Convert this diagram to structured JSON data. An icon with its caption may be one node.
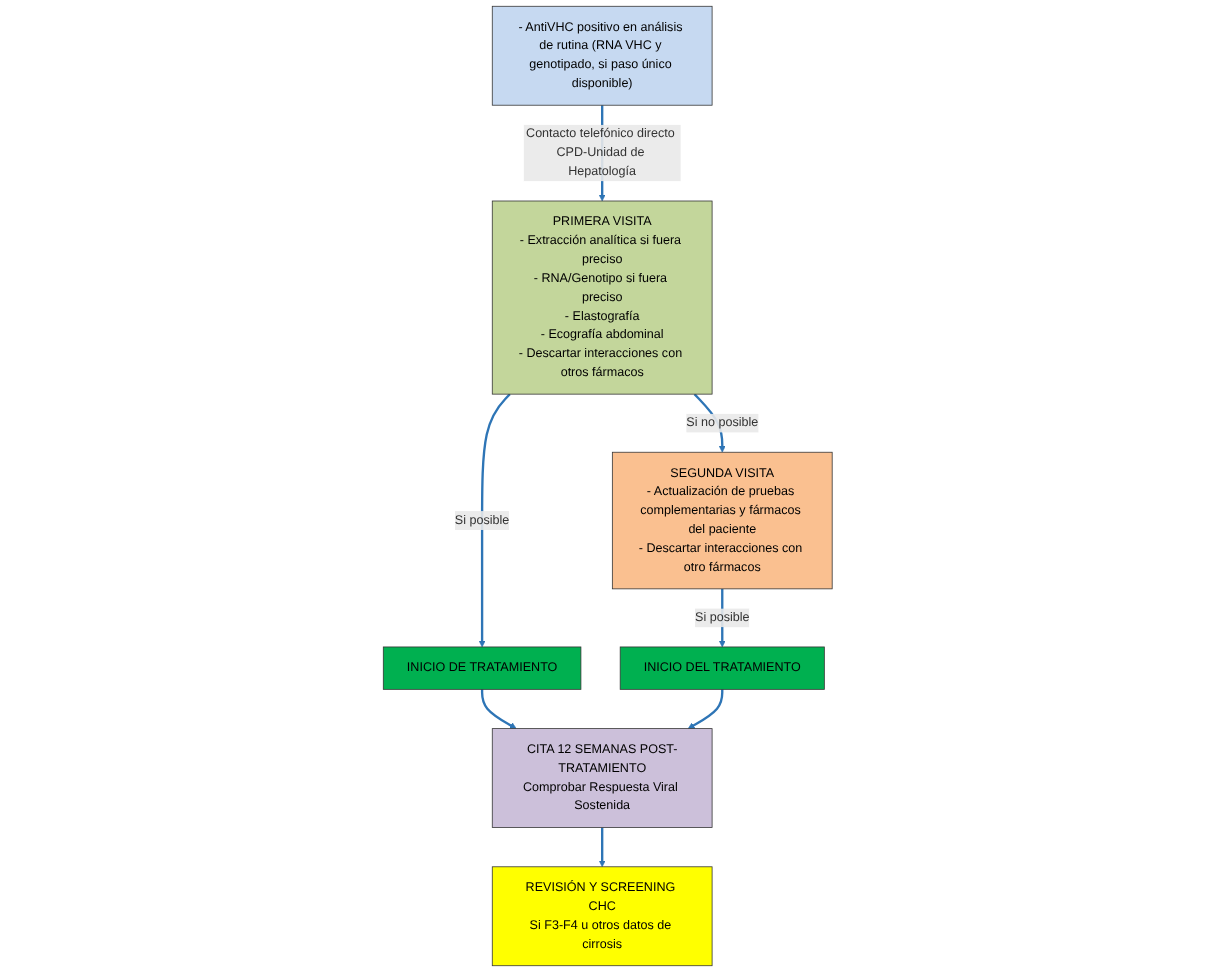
{
  "diagram": {
    "nodes": [
      {
        "text": [
          "- AntiVHC positivo en análisis de rutina (RNA VHC y genotipado, si paso único disponible)"
        ]
      },
      {
        "text": [
          "PRIMERA VISITA",
          "- Extracción analítica si fuera preciso",
          "- RNA/Genotipo si fuera preciso",
          "- Elastografía",
          "- Ecografía abdominal",
          "- Descartar interacciones con otros fármacos"
        ]
      },
      {
        "text": [
          "INICIO DE TRATAMIENTO"
        ]
      },
      {
        "text": [
          "CITA 12 SEMANAS POST-TRATAMIENTO",
          "Comprobar Respuesta Viral Sostenida"
        ]
      },
      {
        "text": [
          "REVISIÓN Y SCREENING CHC",
          "Si F3-F4 u otros datos de cirrosis"
        ]
      },
      {
        "text": [
          "SEGUNDA VISITA",
          "- Actualización de pruebas complementarias y fármacos del paciente",
          "- Descartar interacciones con otro fármacos"
        ]
      },
      {
        "text": [
          "INICIO DEL TRATAMIENTO"
        ]
      }
    ],
    "edges": [
      {
        "from": 0,
        "to": 1,
        "arrow": "to",
        "label": "Contacto telefónico directo CPD-Unidad de Hepatología"
      },
      {
        "from": 1,
        "to": 2,
        "arrow": "to",
        "label": "Si posible"
      },
      {
        "from": 2,
        "to": 3,
        "arrow": "to"
      },
      {
        "from": 3,
        "to": 4,
        "arrow": "to"
      },
      {
        "from": 1,
        "to": 5,
        "arrow": "to",
        "label": "Si no posible"
      },
      {
        "from": 5,
        "to": 6,
        "arrow": "to",
        "label": "Si posible"
      },
      {
        "from": 6,
        "to": 3,
        "arrow": "to"
      }
    ]
  }
}
